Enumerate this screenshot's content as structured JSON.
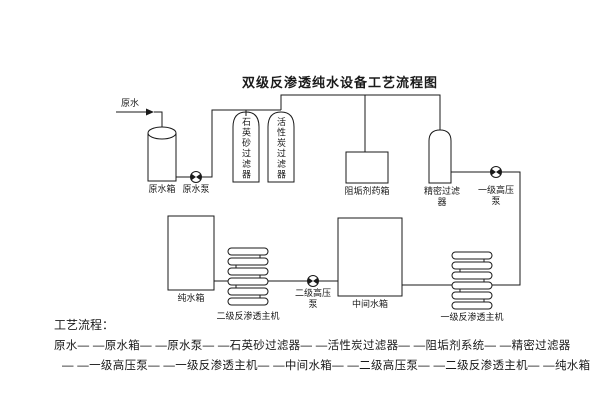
{
  "title": "双级反渗透纯水设备工艺流程图",
  "diagram": {
    "labels": {
      "raw_water": "原水",
      "raw_water_tank": "原水箱",
      "raw_water_pump": "原水泵",
      "quartz_sand_filter": "石英砂过滤器",
      "activated_carbon_filter": "活性炭过滤器",
      "antiscalant_dosing_box": "阻垢剂药箱",
      "precision_filter_line1": "精密过滤",
      "precision_filter_line2": "器",
      "stage1_hp_pump_line1": "一级高压",
      "stage1_hp_pump_line2": "泵",
      "pure_water_tank": "纯水箱",
      "stage2_ro_unit": "二级反渗透主机",
      "stage2_hp_pump_line1": "二级高压",
      "stage2_hp_pump_line2": "泵",
      "intermediate_tank": "中间水箱",
      "stage1_ro_unit": "一级反渗透主机"
    },
    "line_color": "#1a1a1a"
  },
  "process_flow": {
    "heading": "工艺流程：",
    "line1": "原水— —原水箱— —原水泵— —石英砂过滤器— —活性炭过滤器— —阻垢剂系统— —精密过滤器",
    "line2": "— —一级高压泵— —一级反渗透主机— —中间水箱— —二级高压泵— —二级反渗透主机— —纯水箱"
  }
}
